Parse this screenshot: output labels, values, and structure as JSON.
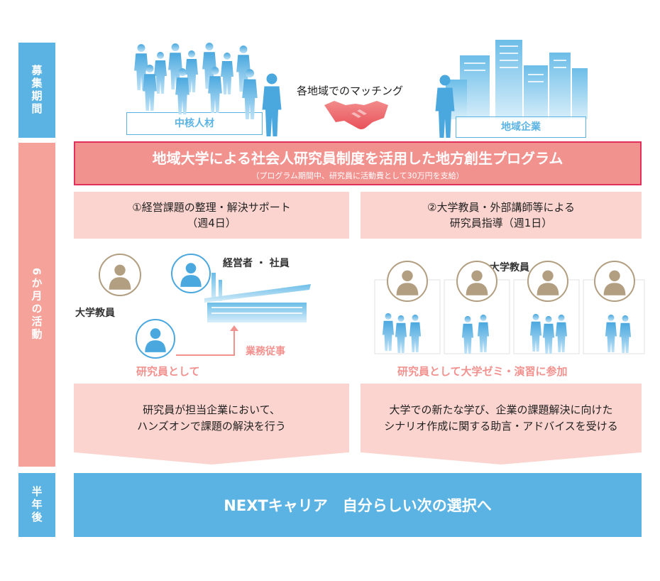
{
  "phases": {
    "recruit": "募集期間",
    "activity": "6か月の活動",
    "after": "半年後"
  },
  "top": {
    "talent_label": "中核人材",
    "company_label": "地域企業",
    "matching": "各地域でのマッチング"
  },
  "program": {
    "title": "地域大学による社会人研究員制度を活用した地方創生プログラム",
    "subtitle": "（プログラム期間中、研究員に活動費として30万円を支給）"
  },
  "track1": {
    "line1": "①経営課題の整理・解決サポート",
    "line2": "（週4日）",
    "faculty_label": "大学教員",
    "managers_label": "経営者 ・ 社員",
    "duty_label": "業務従事",
    "researcher_label": "研究員として",
    "result_line1": "研究員が担当企業において、",
    "result_line2": "ハンズオンで課題の解決を行う"
  },
  "track2": {
    "line1": "②大学教員・外部講師等による",
    "line2": "研究員指導（週1日）",
    "faculty_label": "大学教員",
    "researcher_label": "研究員として大学ゼミ・演習に参加",
    "result_line1": "大学での新たな学び、企業の課題解決に向けた",
    "result_line2": "シナリオ作成に関する助言・アドバイスを受ける"
  },
  "next": {
    "text": "NEXTキャリア　自分らしい次の選択へ"
  },
  "colors": {
    "blue": "#5bb3e3",
    "pink": "#f2928f",
    "pink_light": "#fcd4cf",
    "gold": "#b29e80"
  }
}
